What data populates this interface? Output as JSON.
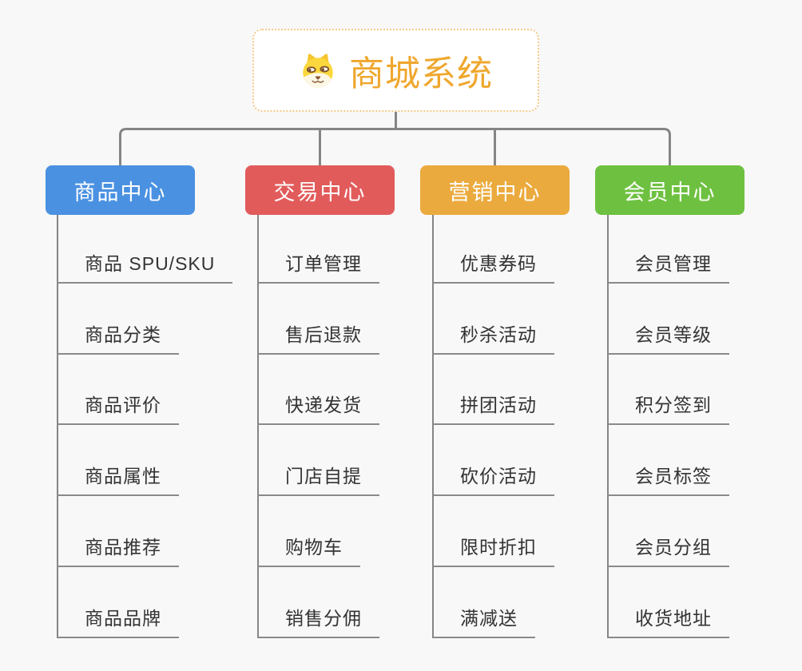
{
  "canvas": {
    "background_color": "#f8f8f8",
    "connector_color": "#858585",
    "leaf_underline_color": "#8a8a8a",
    "leaf_text_color": "#333333"
  },
  "root": {
    "title": "商城系统",
    "icon": "doge-icon",
    "text_color": "#efa72e",
    "border_color": "#f5c98a",
    "background_color": "#ffffff"
  },
  "branches": [
    {
      "label": "商品中心",
      "color": "#4a91e2",
      "children": [
        "商品 SPU/SKU",
        "商品分类",
        "商品评价",
        "商品属性",
        "商品推荐",
        "商品品牌"
      ]
    },
    {
      "label": "交易中心",
      "color": "#e25b5b",
      "children": [
        "订单管理",
        "售后退款",
        "快递发货",
        "门店自提",
        "购物车",
        "销售分佣"
      ]
    },
    {
      "label": "营销中心",
      "color": "#ebaa3d",
      "children": [
        "优惠券码",
        "秒杀活动",
        "拼团活动",
        "砍价活动",
        "限时折扣",
        "满减送"
      ]
    },
    {
      "label": "会员中心",
      "color": "#6ec140",
      "children": [
        "会员管理",
        "会员等级",
        "积分签到",
        "会员标签",
        "会员分组",
        "收货地址"
      ]
    }
  ]
}
